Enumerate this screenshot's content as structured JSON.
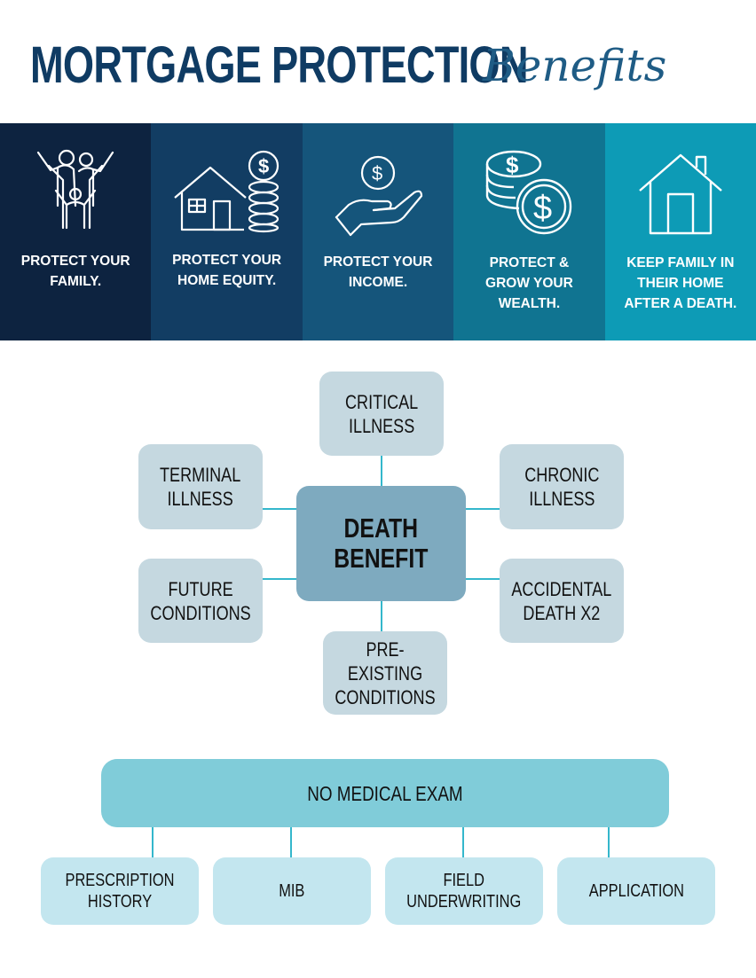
{
  "header": {
    "title": "MORTGAGE PROTECTION",
    "script_word": "Benefits"
  },
  "benefits": [
    {
      "label": "PROTECT YOUR\nFAMILY.",
      "icon": "family-icon",
      "color": "#0d2340"
    },
    {
      "label": "PROTECT YOUR\nHOME EQUITY.",
      "icon": "house-coins-icon",
      "color": "#123d63"
    },
    {
      "label": "PROTECT YOUR\nINCOME.",
      "icon": "hand-dollar-icon",
      "color": "#15557b"
    },
    {
      "label": "PROTECT &\nGROW YOUR\nWEALTH.",
      "icon": "coins-icon",
      "color": "#107491"
    },
    {
      "label": "KEEP FAMILY IN\nTHEIR HOME\nAFTER A DEATH.",
      "icon": "house-icon",
      "color": "#0d9bb6"
    }
  ],
  "diagram": {
    "center": "DEATH\nBENEFIT",
    "nodes": {
      "critical": "CRITICAL\nILLNESS",
      "terminal": "TERMINAL\nILLNESS",
      "chronic": "CHRONIC\nILLNESS",
      "future": "FUTURE\nCONDITIONS",
      "accidental": "ACCIDENTAL\nDEATH X2",
      "preexisting": "PRE-EXISTING\nCONDITIONS"
    }
  },
  "no_exam": {
    "title": "NO MEDICAL EXAM",
    "items": [
      "PRESCRIPTION\nHISTORY",
      "MIB",
      "FIELD\nUNDERWRITING",
      "APPLICATION"
    ]
  },
  "colors": {
    "navy": "#0f3b63",
    "hub": "#7eaabf",
    "node": "#c5d8e0",
    "connector": "#34b7cc",
    "exam_bar": "#80ccd9",
    "exam_item": "#c3e6ef"
  }
}
